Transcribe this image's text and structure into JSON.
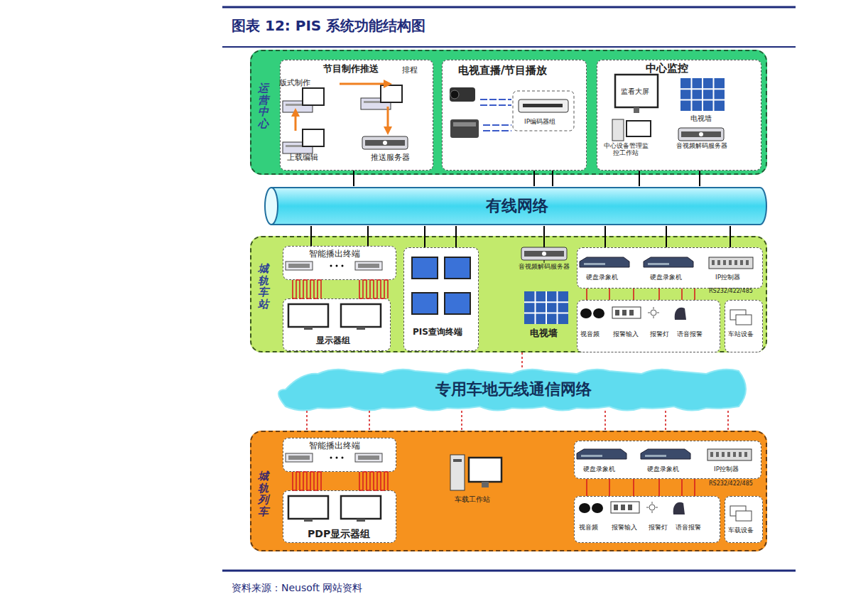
{
  "diagram": {
    "title": "图表 12: PIS 系统功能结构图",
    "caption": "资料来源：Neusoft 网站资料",
    "nodes": [
      {
        "text": [
          "运营中心"
        ]
      },
      {
        "text": [
          "节目制作推送"
        ],
        "in": 0
      },
      {
        "text": [
          "电视直播/节目播放"
        ],
        "in": 0
      },
      {
        "text": [
          "中心监控"
        ],
        "in": 0
      },
      {
        "text": [
          "有线网络"
        ]
      },
      {
        "text": [
          "城轨车站"
        ]
      },
      {
        "text": [
          "智能播出终端"
        ],
        "in": 5
      },
      {
        "text": [
          "显示器组"
        ],
        "in": 5
      },
      {
        "text": [
          "PIS查询终端"
        ],
        "in": 5
      },
      {
        "text": [
          "硬盘录象机",
          "硬盘录象机",
          "IP控制器"
        ],
        "in": 5
      },
      {
        "text": [
          "视音频",
          "报警输入",
          "报警灯",
          "语音报警"
        ],
        "in": 5
      },
      {
        "text": [
          "车站设备"
        ],
        "in": 5
      },
      {
        "text": [
          "专用车地无线通信网络"
        ]
      },
      {
        "text": [
          "城轨列车"
        ]
      },
      {
        "text": [
          "智能播出终端"
        ],
        "in": 13
      },
      {
        "text": [
          "PDP显示器组"
        ],
        "in": 13
      },
      {
        "text": [
          "硬盘录象机",
          "硬盘录象机",
          "IP控制器"
        ],
        "in": 13
      },
      {
        "text": [
          "视音频",
          "报警输入",
          "报警灯",
          "语音报警"
        ],
        "in": 13
      },
      {
        "text": [
          "车载设备"
        ],
        "in": 13
      }
    ],
    "edges": [
      {
        "from": 1,
        "to": 4,
        "arrow": "none"
      },
      {
        "from": 2,
        "to": 4,
        "arrow": "none"
      },
      {
        "from": 3,
        "to": 4,
        "arrow": "none"
      },
      {
        "from": 4,
        "to": 6,
        "arrow": "none"
      },
      {
        "from": 4,
        "to": 8,
        "arrow": "none"
      },
      {
        "from": 4,
        "to": 9,
        "arrow": "none"
      },
      {
        "from": 6,
        "to": 7,
        "arrow": "none"
      },
      {
        "from": 9,
        "to": 10,
        "arrow": "none"
      },
      {
        "from": 5,
        "to": 12,
        "arrow": "none"
      },
      {
        "from": 12,
        "to": 13,
        "arrow": "none"
      },
      {
        "from": 14,
        "to": 15,
        "arrow": "none"
      },
      {
        "from": 16,
        "to": 17,
        "arrow": "none"
      }
    ],
    "labels": [
      "版式制作",
      "排程",
      "上载编辑",
      "推送服务器",
      "IP编码器组",
      "监看大屏",
      "电视墙",
      "中心设备管理监控工作站",
      "音视频解码服务器",
      "音视频解码服务器",
      "电视墙",
      "RS232/422/485",
      "车载工作站",
      "RS232/422/485"
    ]
  }
}
